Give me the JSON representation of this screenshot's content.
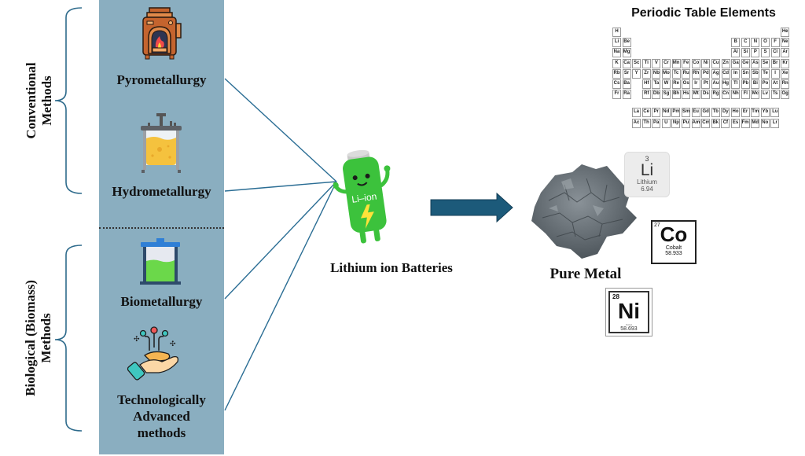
{
  "groups": {
    "conventional": {
      "label_line1": "Conventional",
      "label_line2": "Methods"
    },
    "biological": {
      "label_line1": "Biological (Biomass)",
      "label_line2": "Methods"
    }
  },
  "methods": [
    {
      "name": "Pyrometallurgy",
      "icon": "furnace-icon"
    },
    {
      "name": "Hydrometallurgy",
      "icon": "reactor-vessel-icon"
    },
    {
      "name": "Biometallurgy",
      "icon": "bioreactor-icon"
    },
    {
      "name_line1": "Technologically",
      "name_line2": "Advanced",
      "name_line3": "methods",
      "icon": "tech-hand-icon"
    }
  ],
  "battery": {
    "label": "Lithium ion Batteries",
    "badge": "Li–ion",
    "color": "#3cc23c"
  },
  "arrow": {
    "icon": "right-arrow-icon",
    "color": "#1c5a7a"
  },
  "product": {
    "label": "Pure Metal",
    "icon": "metal-ore-icon"
  },
  "periodic_table": {
    "title": "Periodic Table Elements",
    "rows": [
      [
        "H",
        "",
        "",
        "",
        "",
        "",
        "",
        "",
        "",
        "",
        "",
        "",
        "",
        "",
        "",
        "",
        "",
        "He"
      ],
      [
        "Li",
        "Be",
        "",
        "",
        "",
        "",
        "",
        "",
        "",
        "",
        "",
        "",
        "B",
        "C",
        "N",
        "O",
        "F",
        "Ne"
      ],
      [
        "Na",
        "Mg",
        "",
        "",
        "",
        "",
        "",
        "",
        "",
        "",
        "",
        "",
        "Al",
        "Si",
        "P",
        "S",
        "Cl",
        "Ar"
      ],
      [
        "K",
        "Ca",
        "Sc",
        "Ti",
        "V",
        "Cr",
        "Mn",
        "Fe",
        "Co",
        "Ni",
        "Cu",
        "Zn",
        "Ga",
        "Ge",
        "As",
        "Se",
        "Br",
        "Kr"
      ],
      [
        "Rb",
        "Sr",
        "Y",
        "Zr",
        "Nb",
        "Mo",
        "Tc",
        "Ru",
        "Rh",
        "Pd",
        "Ag",
        "Cd",
        "In",
        "Sn",
        "Sb",
        "Te",
        "I",
        "Xe"
      ],
      [
        "Cs",
        "Ba",
        "",
        "Hf",
        "Ta",
        "W",
        "Re",
        "Os",
        "Ir",
        "Pt",
        "Au",
        "Hg",
        "Tl",
        "Pb",
        "Bi",
        "Po",
        "At",
        "Rn"
      ],
      [
        "Fr",
        "Ra",
        "",
        "Rf",
        "Db",
        "Sg",
        "Bh",
        "Hs",
        "Mt",
        "Ds",
        "Rg",
        "Cn",
        "Nh",
        "Fl",
        "Mc",
        "Lv",
        "Ts",
        "Og"
      ]
    ],
    "f_block": [
      [
        "La",
        "Ce",
        "Pr",
        "Nd",
        "Pm",
        "Sm",
        "Eu",
        "Gd",
        "Tb",
        "Dy",
        "Ho",
        "Er",
        "Tm",
        "Yb",
        "Lu"
      ],
      [
        "Ac",
        "Th",
        "Pa",
        "U",
        "Np",
        "Pu",
        "Am",
        "Cm",
        "Bk",
        "Cf",
        "Es",
        "Fm",
        "Md",
        "No",
        "Lr"
      ]
    ]
  },
  "elements": {
    "li": {
      "number": "3",
      "symbol": "Li",
      "name": "Lithium",
      "mass": "6.94"
    },
    "co": {
      "number": "27",
      "symbol": "Co",
      "name": "Cobalt",
      "mass": "58.933"
    },
    "ni": {
      "number": "28",
      "symbol": "Ni",
      "name": "Nickel",
      "mass": "58.693"
    }
  }
}
